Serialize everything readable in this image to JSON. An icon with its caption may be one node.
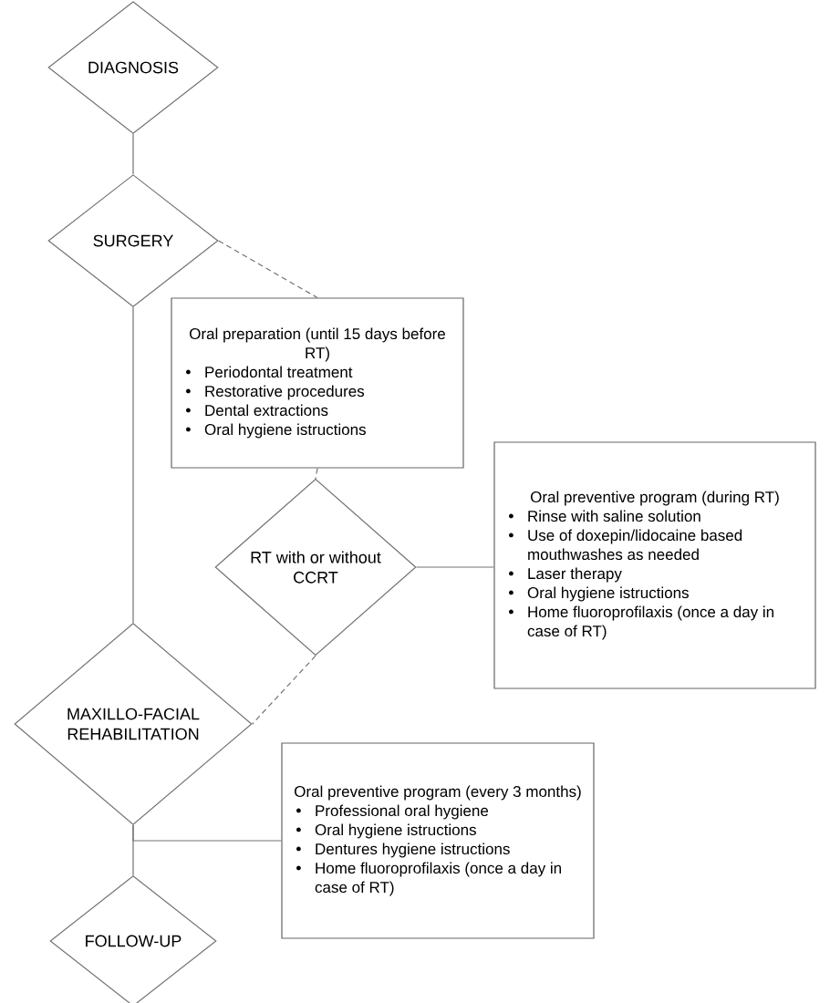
{
  "diagram": {
    "nodes": [
      {
        "text": [
          "DIAGNOSIS"
        ]
      },
      {
        "text": [
          "SURGERY"
        ]
      },
      {
        "text": [
          "Oral preparation (until 15 days before RT)",
          "Periodontal treatment",
          "Restorative procedures",
          "Dental extractions",
          "Oral hygiene istructions"
        ]
      },
      {
        "text": [
          "RT with or without CCRT"
        ]
      },
      {
        "text": [
          "Oral preventive program (during RT)",
          "Rinse with saline solution",
          "Use of doxepin/lidocaine based mouthwashes as needed",
          "Laser therapy",
          "Oral hygiene istructions",
          "Home fluoroprofilaxis (once a day in case of RT)"
        ]
      },
      {
        "text": [
          "MAXILLO-FACIAL REHABILITATION"
        ]
      },
      {
        "text": [
          "Oral preventive program (every 3 months)",
          "Professional oral hygiene",
          "Oral hygiene istructions",
          "Dentures hygiene istructions",
          "Home fluoroprofilaxis (once a day in case of RT)"
        ]
      },
      {
        "text": [
          "FOLLOW-UP"
        ]
      }
    ],
    "edges": [
      {
        "from": 0,
        "to": 1,
        "arrow": "none"
      },
      {
        "from": 1,
        "to": 5,
        "arrow": "none"
      },
      {
        "from": 1,
        "to": 2,
        "arrow": "none",
        "style": "dashed"
      },
      {
        "from": 2,
        "to": 3,
        "arrow": "none",
        "style": "dashed"
      },
      {
        "from": 3,
        "to": 4,
        "arrow": "none"
      },
      {
        "from": 3,
        "to": 5,
        "arrow": "none",
        "style": "dashed"
      },
      {
        "from": 5,
        "to": 7,
        "arrow": "none"
      },
      {
        "from": 5,
        "to": 6,
        "arrow": "none"
      }
    ]
  }
}
